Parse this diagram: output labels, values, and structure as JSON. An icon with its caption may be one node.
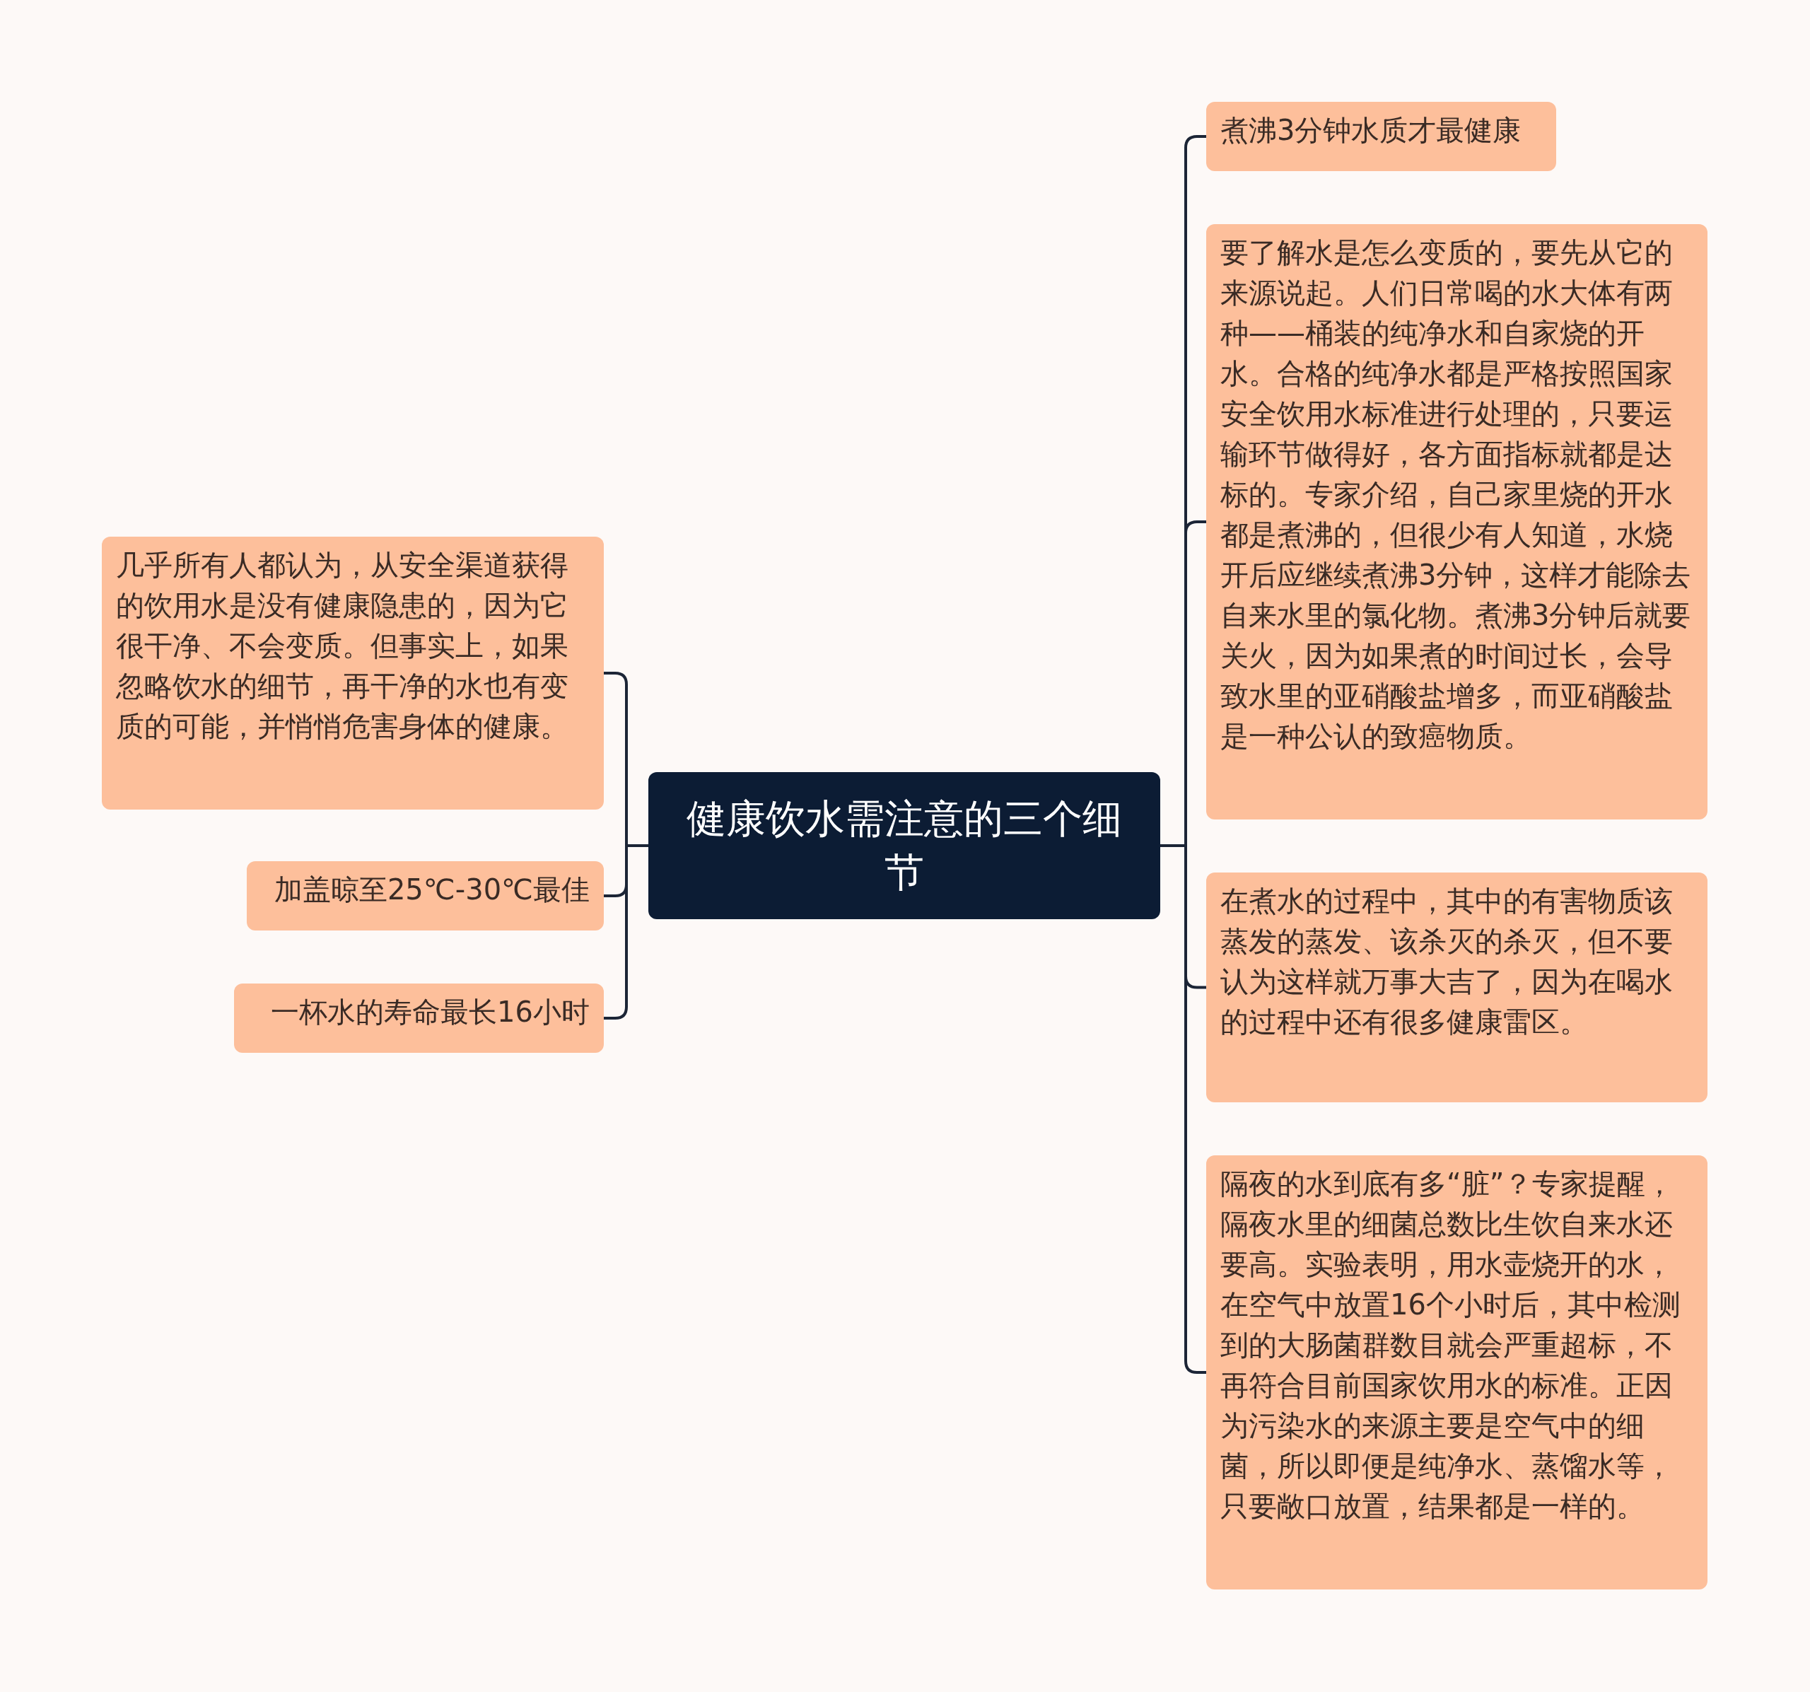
{
  "diagram": {
    "nodes": [
      {
        "text": [
          "健康饮水需注意的三个细节"
        ]
      },
      {
        "text": [
          "煮沸3分钟水质才最健康"
        ]
      },
      {
        "text": [
          "要了解水是怎么变质的，要先从它的来源说起。人们日常喝的水大体有两种——桶装的纯净水和自家烧的开水。合格的纯净水都是严格按照国家安全饮用水标准进行处理的，只要运输环节做得好，各方面指标就都是达标的。专家介绍，自己家里烧的开水都是煮沸的，但很少有人知道，水烧开后应继续煮沸3分钟，这样才能除去自来水里的氯化物。煮沸3分钟后就要关火，因为如果煮的时间过长，会导致水里的亚硝酸盐增多，而亚硝酸盐是一种公认的致癌物质。"
        ]
      },
      {
        "text": [
          "在煮水的过程中，其中的有害物质该蒸发的蒸发、该杀灭的杀灭，但不要认为这样就万事大吉了，因为在喝水的过程中还有很多健康雷区。"
        ]
      },
      {
        "text": [
          "隔夜的水到底有多“脏”？专家提醒，隔夜水里的细菌总数比生饮自来水还要高。实验表明，用水壶烧开的水，在空气中放置16个小时后，其中检测到的大肠菌群数目就会严重超标，不再符合目前国家饮用水的标准。正因为污染水的来源主要是空气中的细菌，所以即便是纯净水、蒸馏水等，只要敞口放置，结果都是一样的。"
        ]
      },
      {
        "text": [
          "几乎所有人都认为，从安全渠道获得的饮用水是没有健康隐患的，因为它很干净、不会变质。但事实上，如果忽略饮水的细节，再干净的水也有变质的可能，并悄悄危害身体的健康。"
        ]
      },
      {
        "text": [
          "加盖晾至25℃-30℃最佳"
        ]
      },
      {
        "text": [
          "一杯水的寿命最长16小时"
        ]
      }
    ],
    "edges": [
      {
        "from": 0,
        "to": 1,
        "arrow": "none"
      },
      {
        "from": 0,
        "to": 2,
        "arrow": "none"
      },
      {
        "from": 0,
        "to": 3,
        "arrow": "none"
      },
      {
        "from": 0,
        "to": 4,
        "arrow": "none"
      },
      {
        "from": 0,
        "to": 5,
        "arrow": "none"
      },
      {
        "from": 0,
        "to": 6,
        "arrow": "none"
      },
      {
        "from": 0,
        "to": 7,
        "arrow": "none"
      }
    ]
  }
}
